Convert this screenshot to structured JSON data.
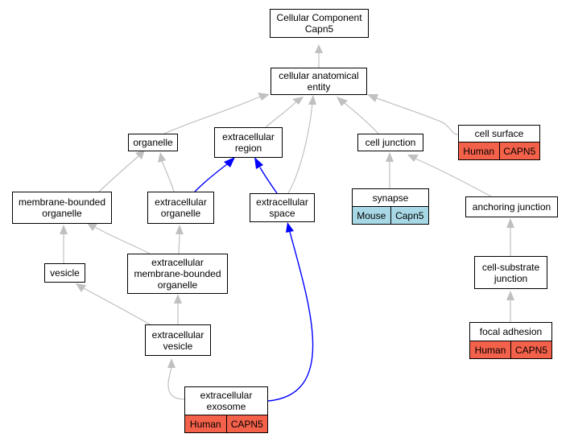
{
  "nodes": {
    "root": "Cellular Component\nCapn5",
    "cae": "cellular anatomical\nentity",
    "organelle": "organelle",
    "ecregion": "extracellular\nregion",
    "celljunction": "cell junction",
    "cellsurface": "cell surface",
    "mbo": "membrane-bounded\norganelle",
    "ecorganelle": "extracellular\norganelle",
    "ecspace": "extracellular\nspace",
    "synapse": "synapse",
    "anchoring": "anchoring junction",
    "vesicle": "vesicle",
    "ecmbo": "extracellular\nmembrane-bounded\norganelle",
    "cellsubstrate": "cell-substrate\njunction",
    "ecvesicle": "extracellular\nvesicle",
    "focal": "focal adhesion",
    "exosome": "extracellular\nexosome"
  },
  "tags": {
    "cellsurface": [
      "Human",
      "CAPN5"
    ],
    "synapse": [
      "Mouse",
      "Capn5"
    ],
    "focal": [
      "Human",
      "CAPN5"
    ],
    "exosome": [
      "Human",
      "CAPN5"
    ]
  },
  "colors": {
    "gray_edge": "#c0c0c0",
    "blue_edge": "#0000ff",
    "human": "#f4614a",
    "mouse": "#a8d8e6"
  }
}
